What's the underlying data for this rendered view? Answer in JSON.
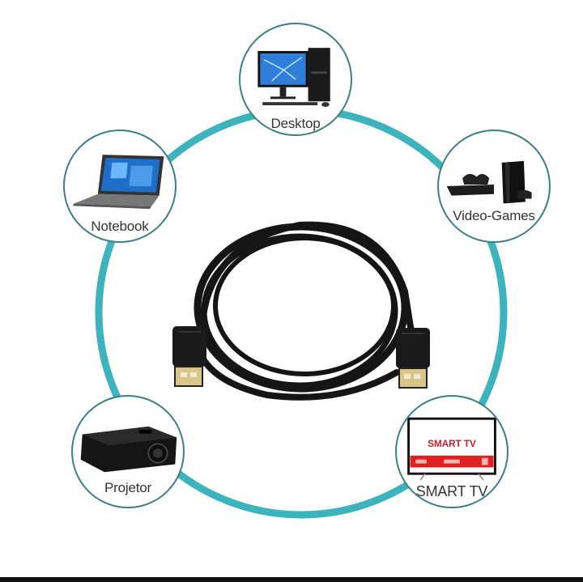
{
  "colors": {
    "ring": "#3cb3bd",
    "node_border": "#3f7f80",
    "cable": "#111111",
    "connector_gold": "#d8c58a",
    "tv_red": "#e02020",
    "background": "#ffffff",
    "bottom_bar": "#111111"
  },
  "diagram": {
    "center_item": "hdmi-cable",
    "nodes": [
      {
        "id": "desktop",
        "label": "Desktop",
        "icon": "desktop-computer-icon"
      },
      {
        "id": "notebook",
        "label": "Notebook",
        "icon": "laptop-icon"
      },
      {
        "id": "video-games",
        "label": "Video-Games",
        "icon": "game-console-icon"
      },
      {
        "id": "projetor",
        "label": "Projetor",
        "icon": "projector-icon"
      },
      {
        "id": "smart-tv",
        "label": "SMART TV",
        "icon": "smart-tv-icon",
        "screen_text": "SMART TV"
      }
    ]
  }
}
